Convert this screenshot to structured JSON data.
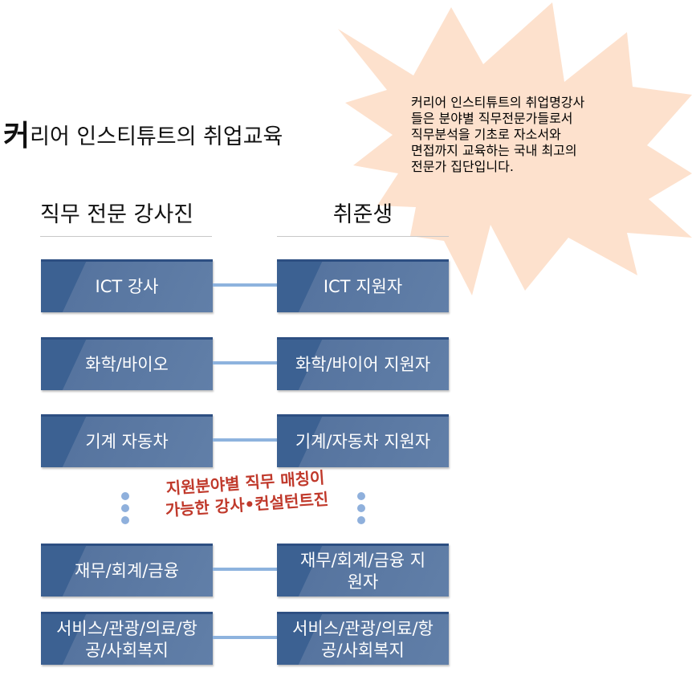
{
  "title": {
    "first_char": "커",
    "rest": "리어 인스티튜트의 취업교육"
  },
  "callout": {
    "lines": [
      "커리어 인스티튜트의 취업명강사",
      "들은 분야별 직무전문가들로서",
      "직무분석을 기초로 자소서와",
      "면접까지 교육하는 국내 최고의",
      "전문가 집단입니다."
    ]
  },
  "columns": {
    "left_heading": "직무 전문 강사진",
    "right_heading": "취준생"
  },
  "rows": [
    {
      "left": "ICT 강사",
      "right": "ICT 지원자"
    },
    {
      "left": "화학/바이오",
      "right": "화학/바이어 지원자"
    },
    {
      "left": "기계 자동차",
      "right": "기계/자동차 지원자"
    },
    {
      "left": "재무/회계/금융",
      "right": "재무/회계/금융 지원자"
    },
    {
      "left": "서비스/관광/의료/항공/사회복지",
      "right": "서비스/관광/의료/항공/사회복지"
    }
  ],
  "matching_note": {
    "line1": "지원분야별 직무 매칭이",
    "line2": "가능한 강사•컨설턴트진"
  },
  "colors": {
    "box_dark": "#3c6192",
    "box_light": "#617fa8",
    "connector": "#8eb3de",
    "starburst": "#fde1cd",
    "accent_text": "#c0392b"
  }
}
